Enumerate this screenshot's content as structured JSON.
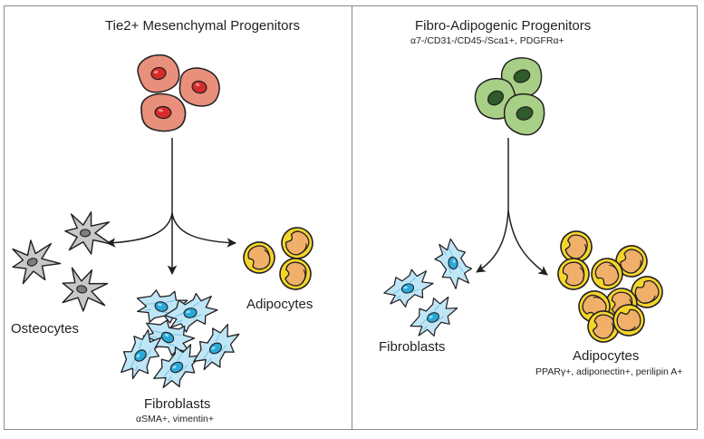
{
  "left_panel": {
    "title": "Tie2+ Mesenchymal Progenitors",
    "osteocytes": "Osteocytes",
    "adipocytes": "Adipocytes",
    "fibroblasts": "Fibroblasts",
    "fibroblasts_markers": "αSMA+, vimentin+"
  },
  "right_panel": {
    "title": "Fibro-Adipogenic Progenitors",
    "markers": "α7-/CD31-/CD45-/Sca1+, PDGFRα+",
    "fibroblasts": "Fibroblasts",
    "adipocytes": "Adipocytes",
    "adipocytes_markers": "PPARγ+, adiponectin+, perilipin A+"
  },
  "colors": {
    "tie2_cell": "#e8907c",
    "tie2_nucleus": "#d62b2b",
    "fap_cell": "#a8cf86",
    "fap_nucleus": "#2f5a2a",
    "adipocyte_ring": "#f4d52a",
    "adipocyte_core": "#f0b06a",
    "fibroblast": "#bfe6f7",
    "fibroblast_nucleus": "#29a9d9",
    "osteocyte": "#c8c8c8"
  }
}
